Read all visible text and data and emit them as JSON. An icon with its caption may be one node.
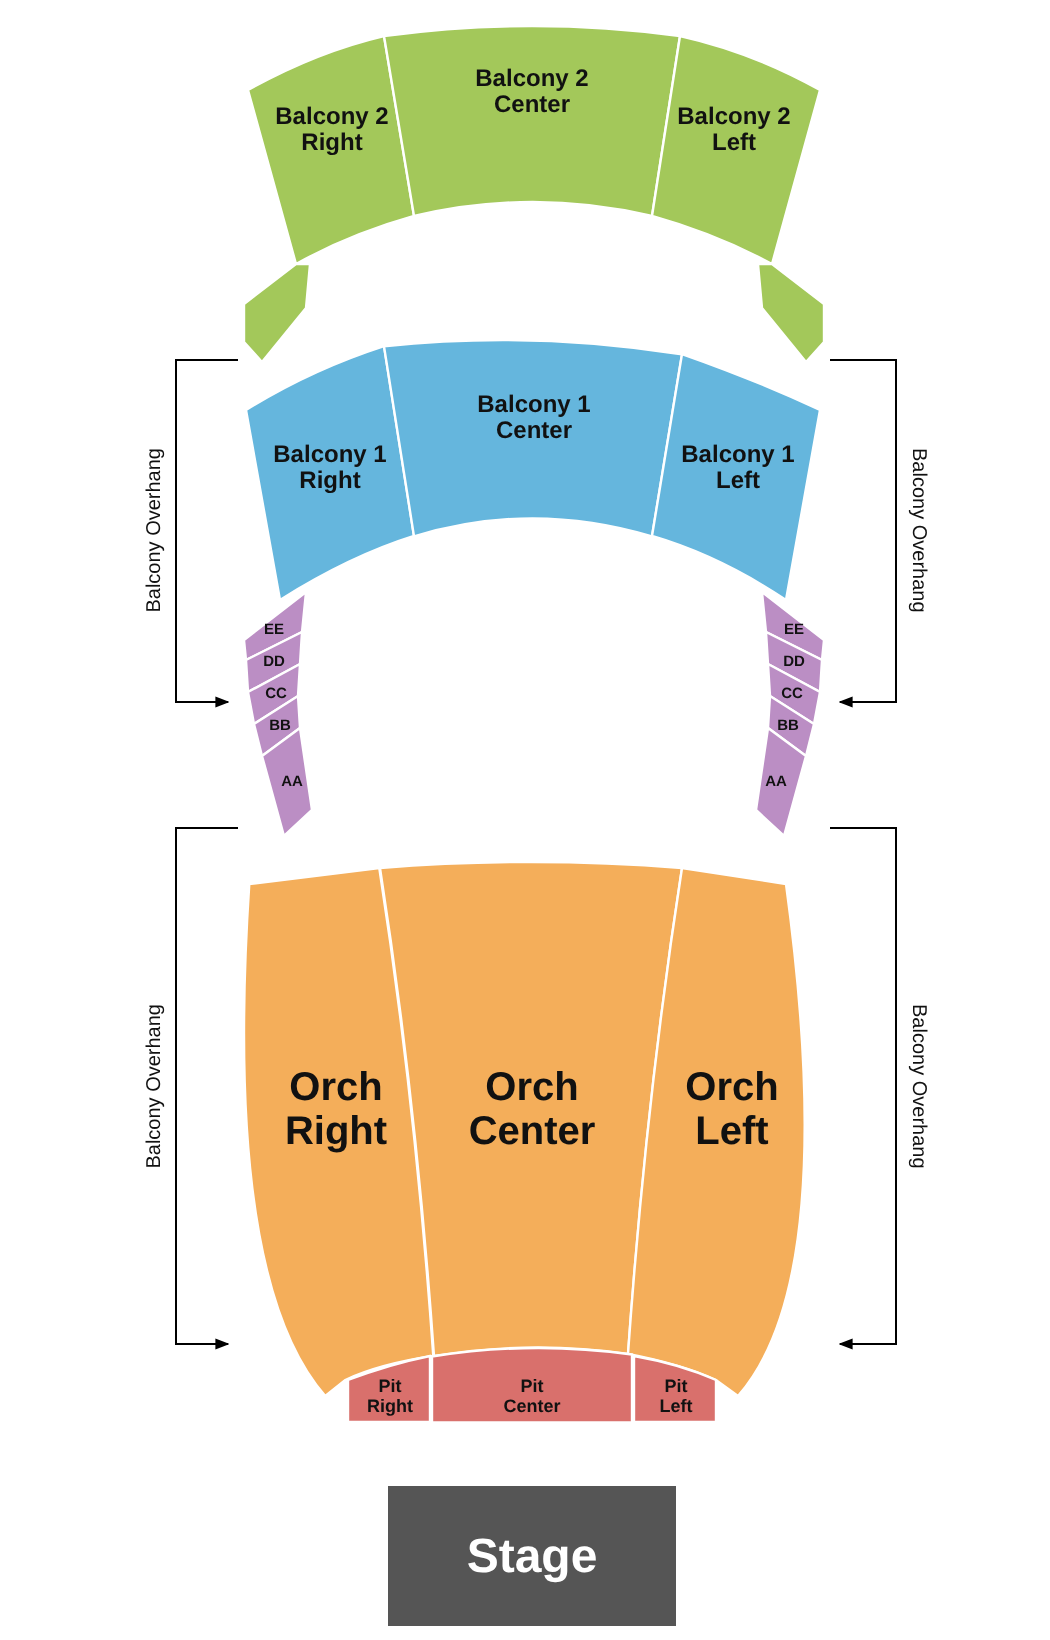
{
  "diagram": {
    "nodes": [
      {
        "text": [
          "Balcony 2 Right"
        ]
      },
      {
        "text": [
          "Balcony 2 Center"
        ]
      },
      {
        "text": [
          "Balcony 2 Left"
        ]
      },
      {
        "text": [],
        "shape": "box"
      },
      {
        "text": [],
        "shape": "box"
      },
      {
        "text": [
          "Balcony 1 Right"
        ]
      },
      {
        "text": [
          "Balcony 1 Center"
        ]
      },
      {
        "text": [
          "Balcony 1 Left"
        ]
      },
      {
        "text": [
          "EE"
        ]
      },
      {
        "text": [
          "DD"
        ]
      },
      {
        "text": [
          "CC"
        ]
      },
      {
        "text": [
          "BB"
        ]
      },
      {
        "text": [
          "AA"
        ]
      },
      {
        "text": [
          "EE"
        ]
      },
      {
        "text": [
          "DD"
        ]
      },
      {
        "text": [
          "CC"
        ]
      },
      {
        "text": [
          "BB"
        ]
      },
      {
        "text": [
          "AA"
        ]
      },
      {
        "text": [
          "Orch Right"
        ]
      },
      {
        "text": [
          "Orch Center"
        ]
      },
      {
        "text": [
          "Orch Left"
        ]
      },
      {
        "text": [
          "Pit Right"
        ]
      },
      {
        "text": [
          "Pit Center"
        ]
      },
      {
        "text": [
          "Pit Left"
        ]
      },
      {
        "text": [
          "Stage"
        ]
      }
    ],
    "labels": [
      "Balcony Overhang",
      "Balcony Overhang",
      "Balcony Overhang",
      "Balcony Overhang"
    ]
  }
}
